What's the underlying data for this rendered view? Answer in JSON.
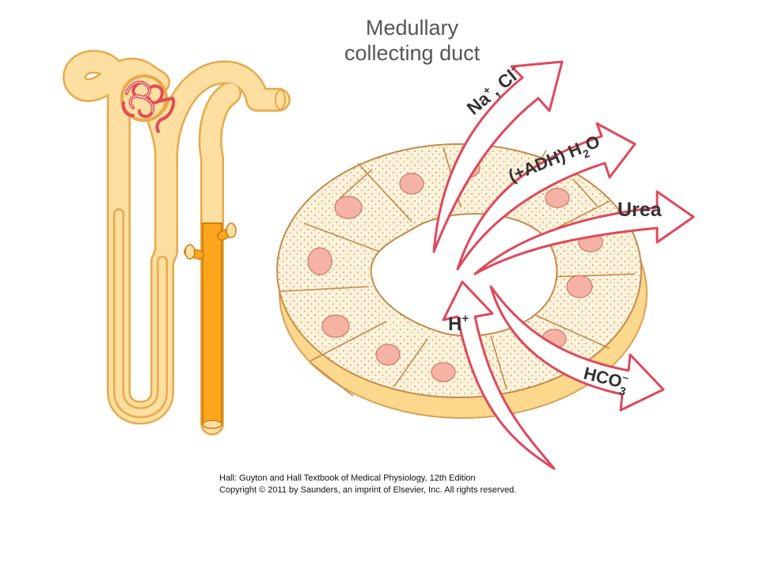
{
  "title": {
    "line1": "Medullary",
    "line2": "collecting duct"
  },
  "labels": {
    "na_cl": {
      "a": "Na",
      "a_sup": "+",
      "b": ", Cl",
      "b_sup": "–"
    },
    "water": {
      "a": "(+ADH) H",
      "sub": "2",
      "b": "O"
    },
    "urea": "Urea",
    "hydrogen": {
      "a": "H",
      "sup": "+"
    },
    "bicarbonate": {
      "a": "HCO",
      "sub": "3",
      "sup": "–"
    }
  },
  "credit": {
    "line1": "Hall: Guyton and Hall Textbook of Medical Physiology, 12th Edition",
    "line2": "Copyright © 2011 by Saunders, an imprint of Elsevier, Inc. All rights reserved."
  },
  "colors": {
    "tubule_fill": "#fddfa1",
    "tubule_outline": "#e8a94a",
    "collecting_duct_highlight": "#fba61c",
    "cell_fill": "#fdf3dc",
    "nucleus": "#f6b3a5",
    "arrow_outline": "#e0485a",
    "arrow_fill": "#ffffff",
    "glomerulus": "#e24b55"
  }
}
